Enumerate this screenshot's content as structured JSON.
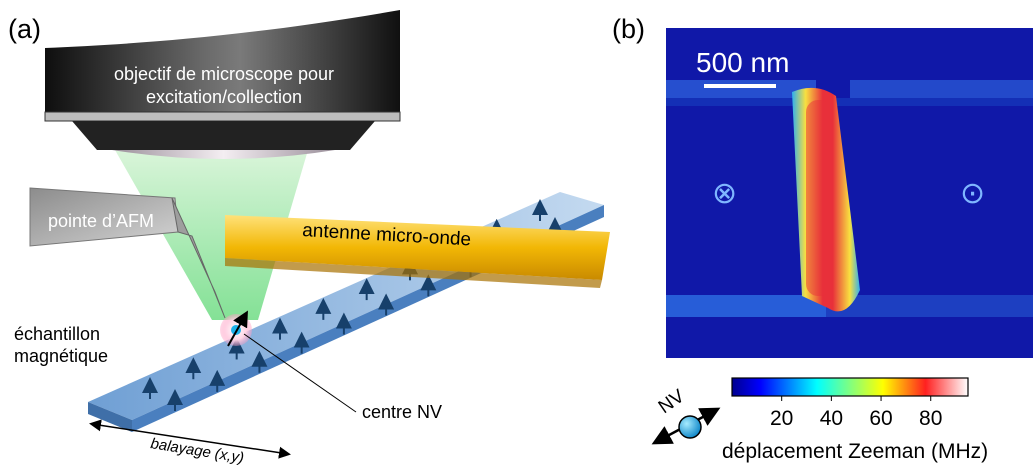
{
  "panel_a": {
    "label": "(a)",
    "objective_line1": "objectif de microscope pour",
    "objective_line2": "excitation/collection",
    "afm_tip": "pointe d’AFM",
    "antenna": "antenne micro-onde",
    "sample_line1": "échantillon",
    "sample_line2": "magnétique",
    "nv_center": "centre NV",
    "scan_prefix": "balayage ",
    "scan_coords": "(x,y)"
  },
  "panel_b": {
    "label": "(b)",
    "scale_bar": "500 nm",
    "into_page_symbol": "⊗",
    "out_of_page_symbol": "⊙",
    "nv_label": "NV",
    "colorbar": {
      "ticks": [
        "20",
        "40",
        "60",
        "80"
      ],
      "tick_values": [
        20,
        40,
        60,
        80
      ],
      "range": [
        0,
        95
      ],
      "label": "déplacement Zeeman (MHz)",
      "colormap": "jet"
    }
  },
  "colors": {
    "objective_dark": "#1c1c1c",
    "green_beam": "#7ee08a",
    "antenna_gold": "#f2b705",
    "sample_blue": "#7aa7d8",
    "arrow_blue": "#17406b",
    "map_background": "#1018a8",
    "domain_wall_red": "#e8303a",
    "nv_sphere": "#1eb0ea"
  }
}
